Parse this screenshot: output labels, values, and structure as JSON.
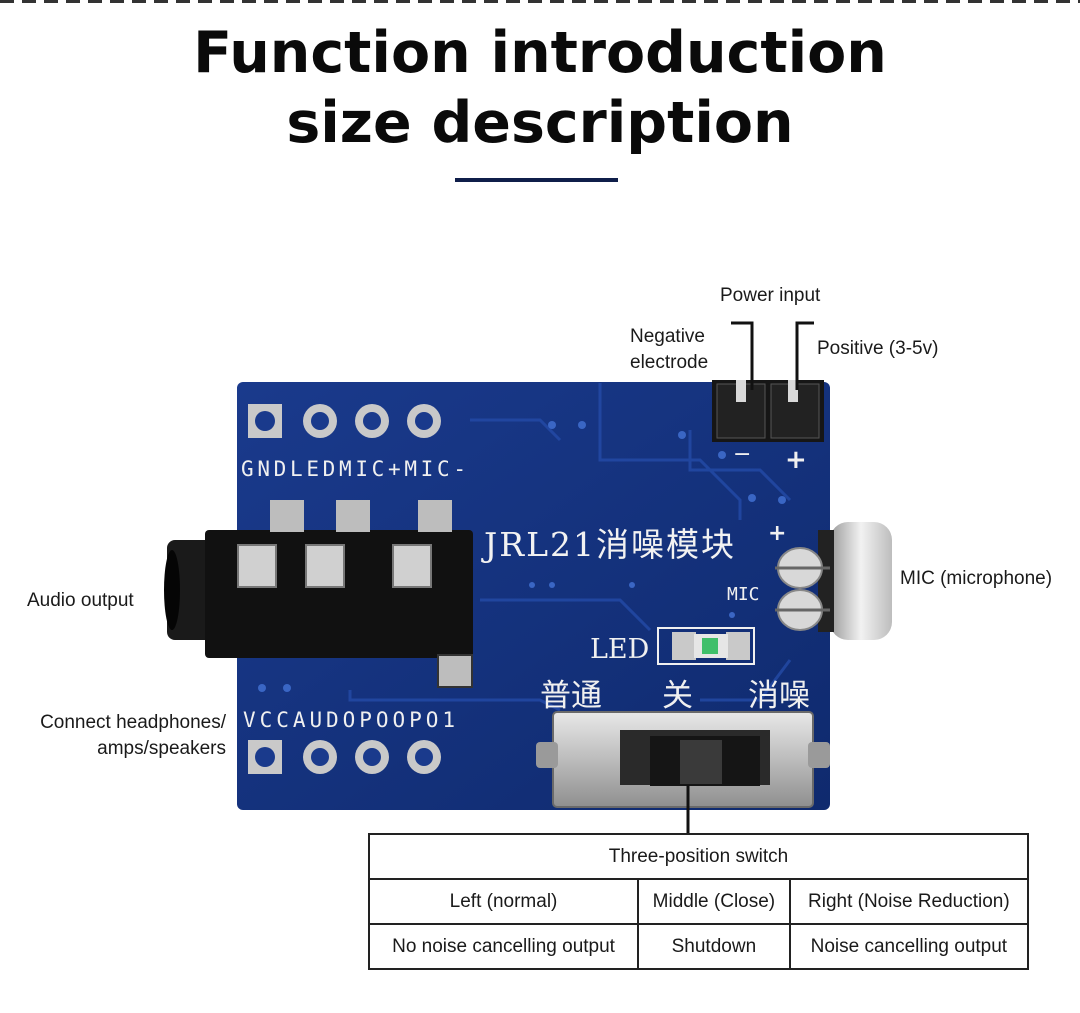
{
  "title": {
    "line1": "Function introduction",
    "line2": "size description"
  },
  "callouts": {
    "power_input": "Power input",
    "negative_line1": "Negative",
    "negative_line2": "electrode",
    "positive": "Positive (3-5v)",
    "audio_output": "Audio output",
    "connect_line1": "Connect headphones/",
    "connect_line2": "amps/speakers",
    "mic": "MIC (microphone)"
  },
  "board": {
    "pin_labels_top": "GNDLEDMIC+MIC-",
    "pin_labels_bottom": "VCCAUDOPOOPO1",
    "module_name": "JRL21消噪模块",
    "mic_silk": "MIC",
    "led_silk": "LED",
    "minus_silk": "−",
    "plus_silk": "+",
    "mic_plus_silk": "+",
    "switch_left": "普通",
    "switch_middle": "关",
    "switch_right": "消噪",
    "colors": {
      "pcb": "#13307a",
      "jack": "#111111",
      "pad": "#c9c9c9"
    }
  },
  "switch_table": {
    "header": "Three-position switch",
    "columns": [
      "Left (normal)",
      "Middle (Close)",
      "Right (Noise Reduction)"
    ],
    "values": [
      "No noise cancelling output",
      "Shutdown",
      "Noise cancelling output"
    ]
  }
}
